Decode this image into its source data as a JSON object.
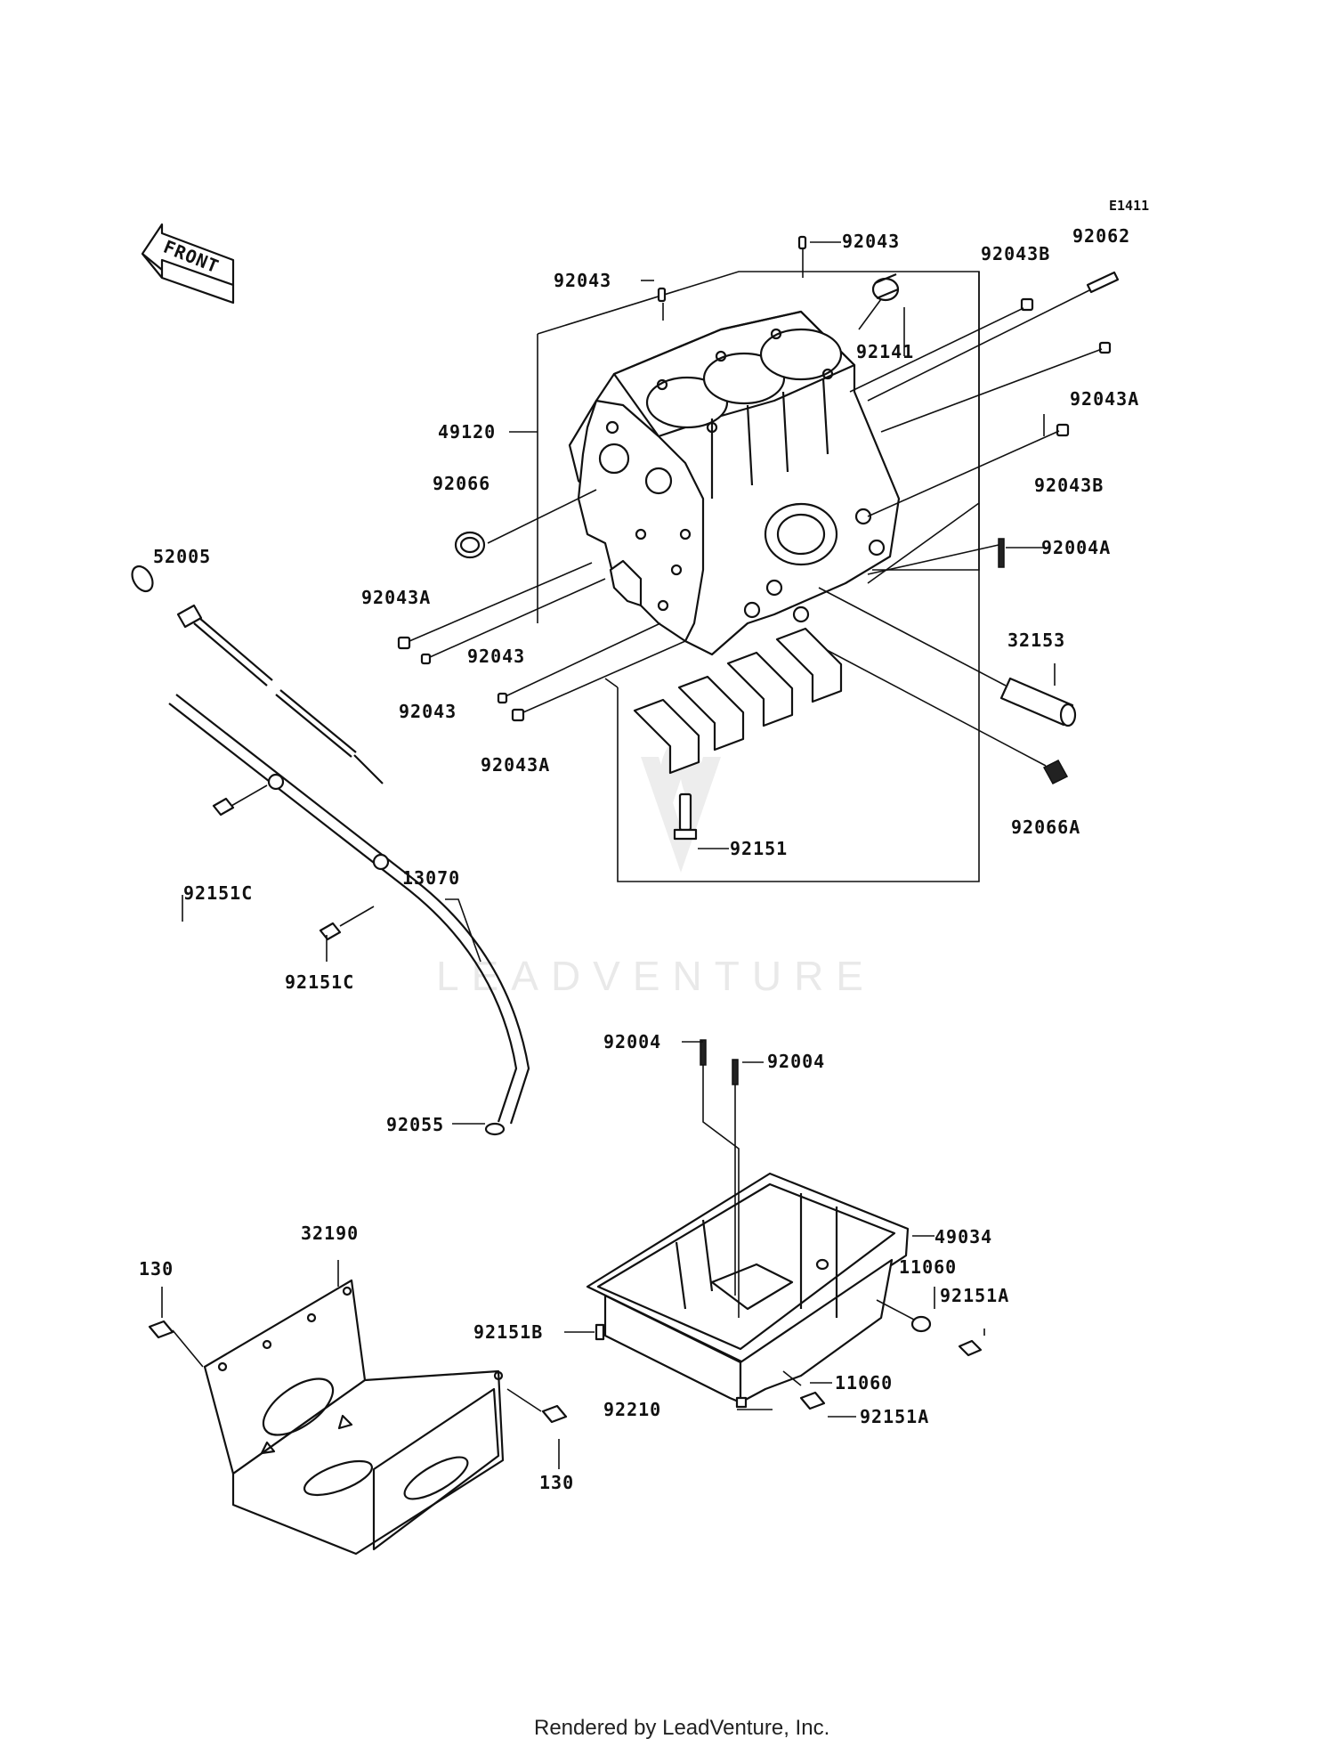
{
  "diagram_code": "E1411",
  "front_label": "FRONT",
  "watermark": "LEADVENTURE",
  "footer": "Rendered by LeadVenture, Inc.",
  "callouts": [
    {
      "id": "c-92043-top",
      "text": "92043"
    },
    {
      "id": "c-92043-left",
      "text": "92043"
    },
    {
      "id": "c-92043b-top",
      "text": "92043B"
    },
    {
      "id": "c-92062",
      "text": "92062"
    },
    {
      "id": "c-92141",
      "text": "92141"
    },
    {
      "id": "c-92043a-right",
      "text": "92043A"
    },
    {
      "id": "c-49120",
      "text": "49120"
    },
    {
      "id": "c-92066",
      "text": "92066"
    },
    {
      "id": "c-92043b-right",
      "text": "92043B"
    },
    {
      "id": "c-92004a",
      "text": "92004A"
    },
    {
      "id": "c-52005",
      "text": "52005"
    },
    {
      "id": "c-92043a-left",
      "text": "92043A"
    },
    {
      "id": "c-92043-mid",
      "text": "92043"
    },
    {
      "id": "c-92043-low",
      "text": "92043"
    },
    {
      "id": "c-32153",
      "text": "32153"
    },
    {
      "id": "c-92043a-low",
      "text": "92043A"
    },
    {
      "id": "c-92066a",
      "text": "92066A"
    },
    {
      "id": "c-92151",
      "text": "92151"
    },
    {
      "id": "c-92151c-1",
      "text": "92151C"
    },
    {
      "id": "c-13070",
      "text": "13070"
    },
    {
      "id": "c-92151c-2",
      "text": "92151C"
    },
    {
      "id": "c-92004-1",
      "text": "92004"
    },
    {
      "id": "c-92004-2",
      "text": "92004"
    },
    {
      "id": "c-92055",
      "text": "92055"
    },
    {
      "id": "c-49034",
      "text": "49034"
    },
    {
      "id": "c-32190",
      "text": "32190"
    },
    {
      "id": "c-11060-1",
      "text": "11060"
    },
    {
      "id": "c-130-1",
      "text": "130"
    },
    {
      "id": "c-92151a-1",
      "text": "92151A"
    },
    {
      "id": "c-92151b",
      "text": "92151B"
    },
    {
      "id": "c-11060-2",
      "text": "11060"
    },
    {
      "id": "c-92210",
      "text": "92210"
    },
    {
      "id": "c-92151a-2",
      "text": "92151A"
    },
    {
      "id": "c-130-2",
      "text": "130"
    }
  ]
}
